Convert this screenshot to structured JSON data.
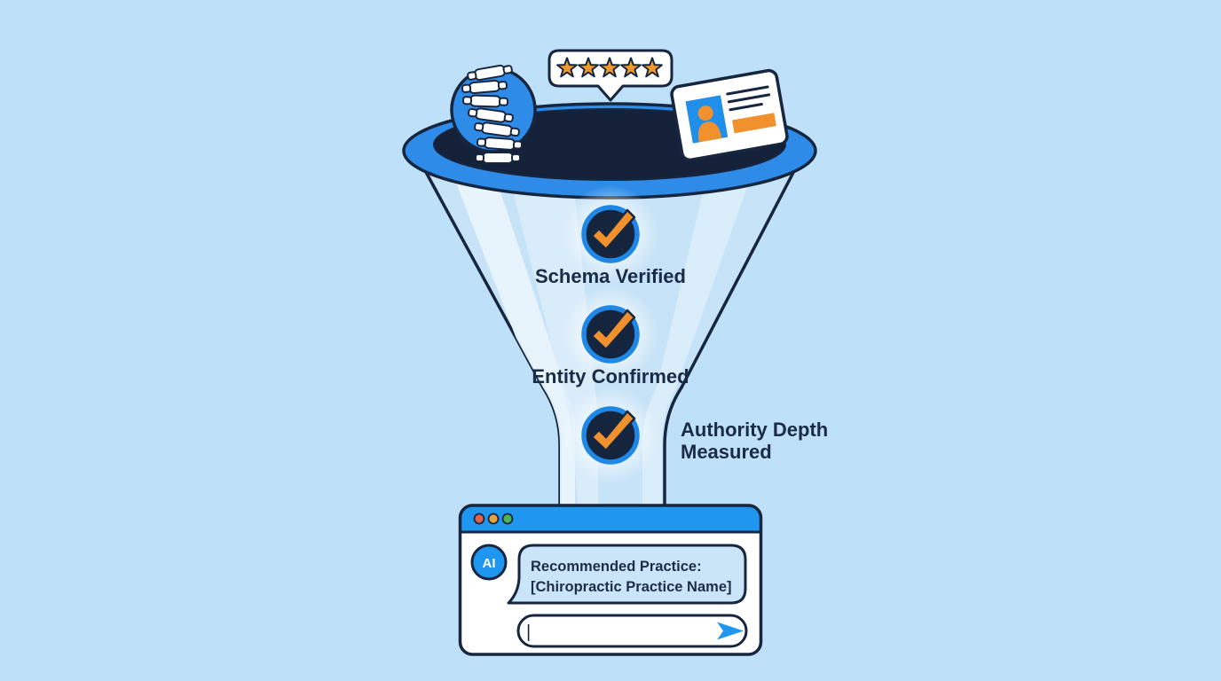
{
  "colors": {
    "background": "#BFE0F9",
    "funnel_blue": "#2E8CE8",
    "navy_outline": "#17263F",
    "funnel_opening": "#142138",
    "funnel_body": "#C7E3F7",
    "funnel_streak": "#E9F4FC",
    "orange": "#F0912D",
    "accent_blue": "#1F96F0",
    "bubble_fill": "#CBE5F8",
    "traffic_red": "#E2604C",
    "traffic_yellow": "#E8A23D",
    "traffic_green": "#50B35A"
  },
  "funnel": {
    "rating_badge": {
      "stars": 5,
      "icon": "five-star-rating"
    },
    "top_icons": [
      {
        "icon": "spine-icon"
      },
      {
        "icon": "id-card-icon"
      }
    ],
    "steps": [
      {
        "icon": "checkmark-icon",
        "label": "Schema Verified"
      },
      {
        "icon": "checkmark-icon",
        "label": "Entity Confirmed"
      },
      {
        "icon": "checkmark-icon",
        "label_lines": [
          "Authority Depth",
          "Measured"
        ]
      }
    ]
  },
  "chat_window": {
    "traffic_lights": [
      "red",
      "yellow",
      "green"
    ],
    "avatar_label": "AI",
    "message_lines": [
      "Recommended Practice:",
      "[Chiropractic Practice Name]"
    ],
    "input": {
      "value": "",
      "cursor": "|",
      "send_icon": "send-icon"
    }
  }
}
